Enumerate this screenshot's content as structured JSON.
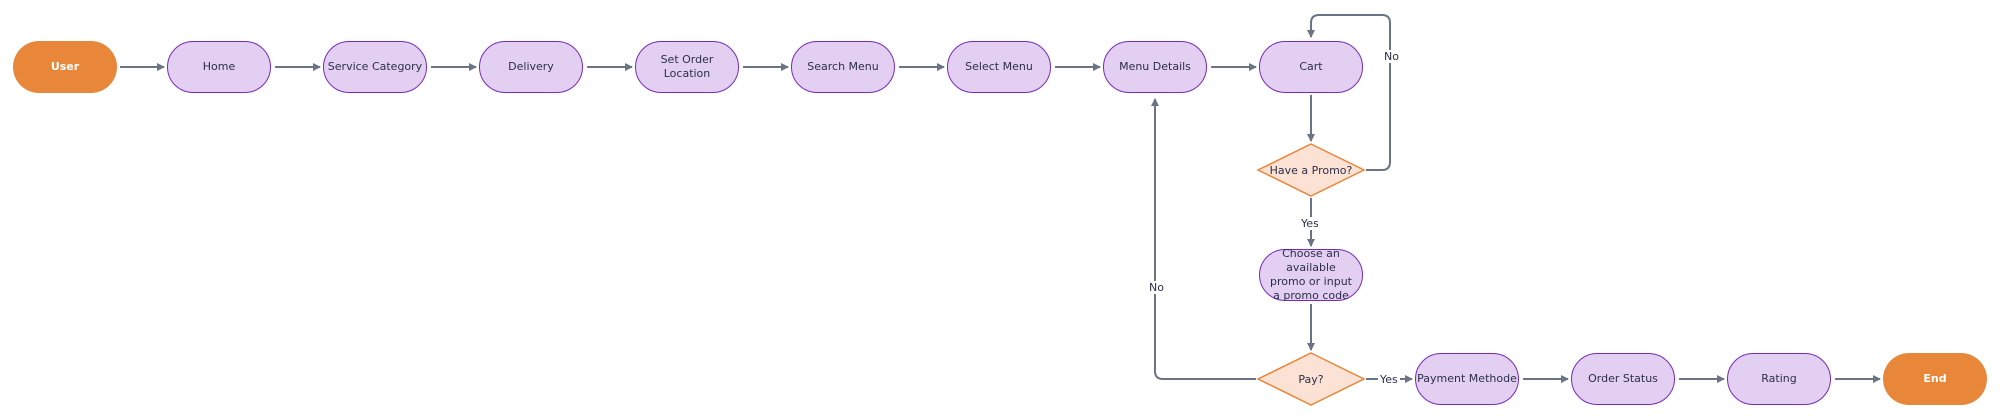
{
  "colors": {
    "process_fill": "#e2cff1",
    "process_border": "#7a2ab8",
    "terminal_fill": "#e8873a",
    "decision_fill": "#fbe2d4",
    "decision_border": "#e8873a",
    "connector": "#6b7484"
  },
  "nodes": {
    "user": "User",
    "home": "Home",
    "service_category": "Service Category",
    "delivery": "Delivery",
    "set_order_location": "Set Order Location",
    "search_menu": "Search Menu",
    "select_menu": "Select Menu",
    "menu_details": "Menu Details",
    "cart": "Cart",
    "have_promo": "Have a Promo?",
    "choose_promo": "Choose an available promo or input a promo code",
    "pay": "Pay?",
    "payment_methode": "Payment Methode",
    "order_status": "Order Status",
    "rating": "Rating",
    "end": "End"
  },
  "edge_labels": {
    "promo_no": "No",
    "promo_yes": "Yes",
    "pay_no": "No",
    "pay_yes": "Yes"
  }
}
